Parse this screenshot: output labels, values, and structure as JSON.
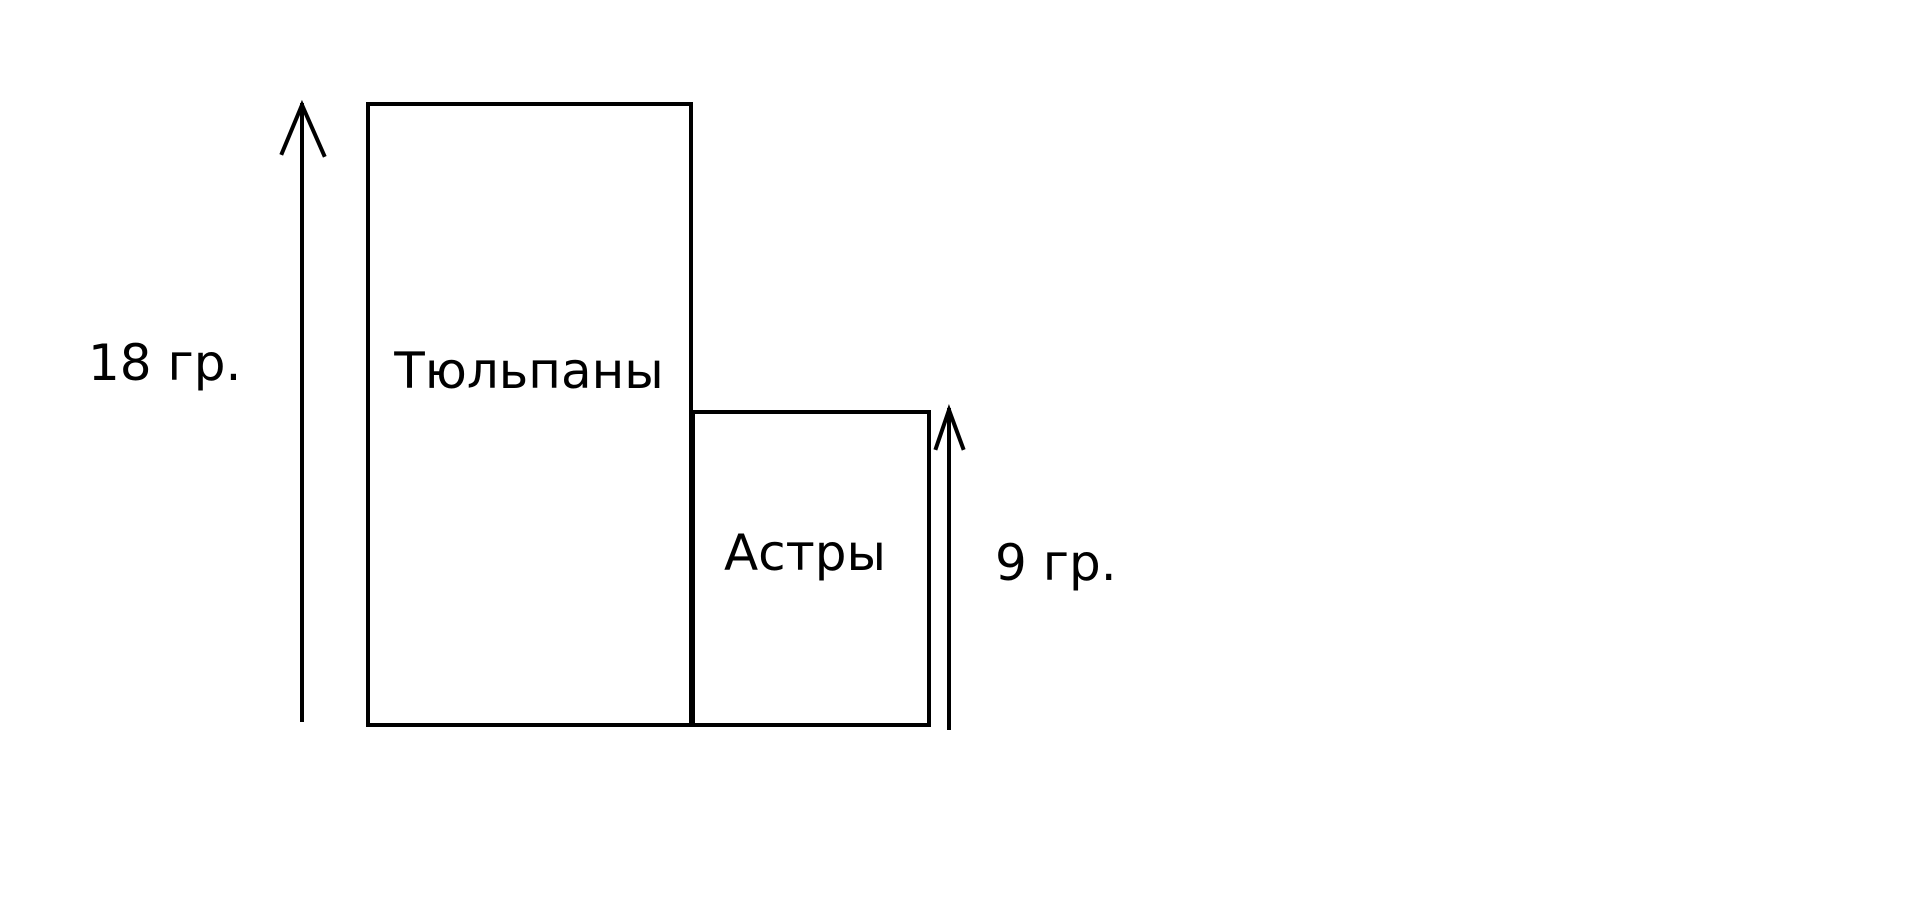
{
  "blocks": {
    "tulips": {
      "label": "Тюльпаны",
      "count": 18
    },
    "asters": {
      "label": "Астры",
      "count": 9
    }
  },
  "measures": {
    "tulips_label": "18 гр.",
    "asters_label": "9 гр."
  },
  "colors": {
    "stroke": "#000000",
    "background": "#ffffff"
  }
}
